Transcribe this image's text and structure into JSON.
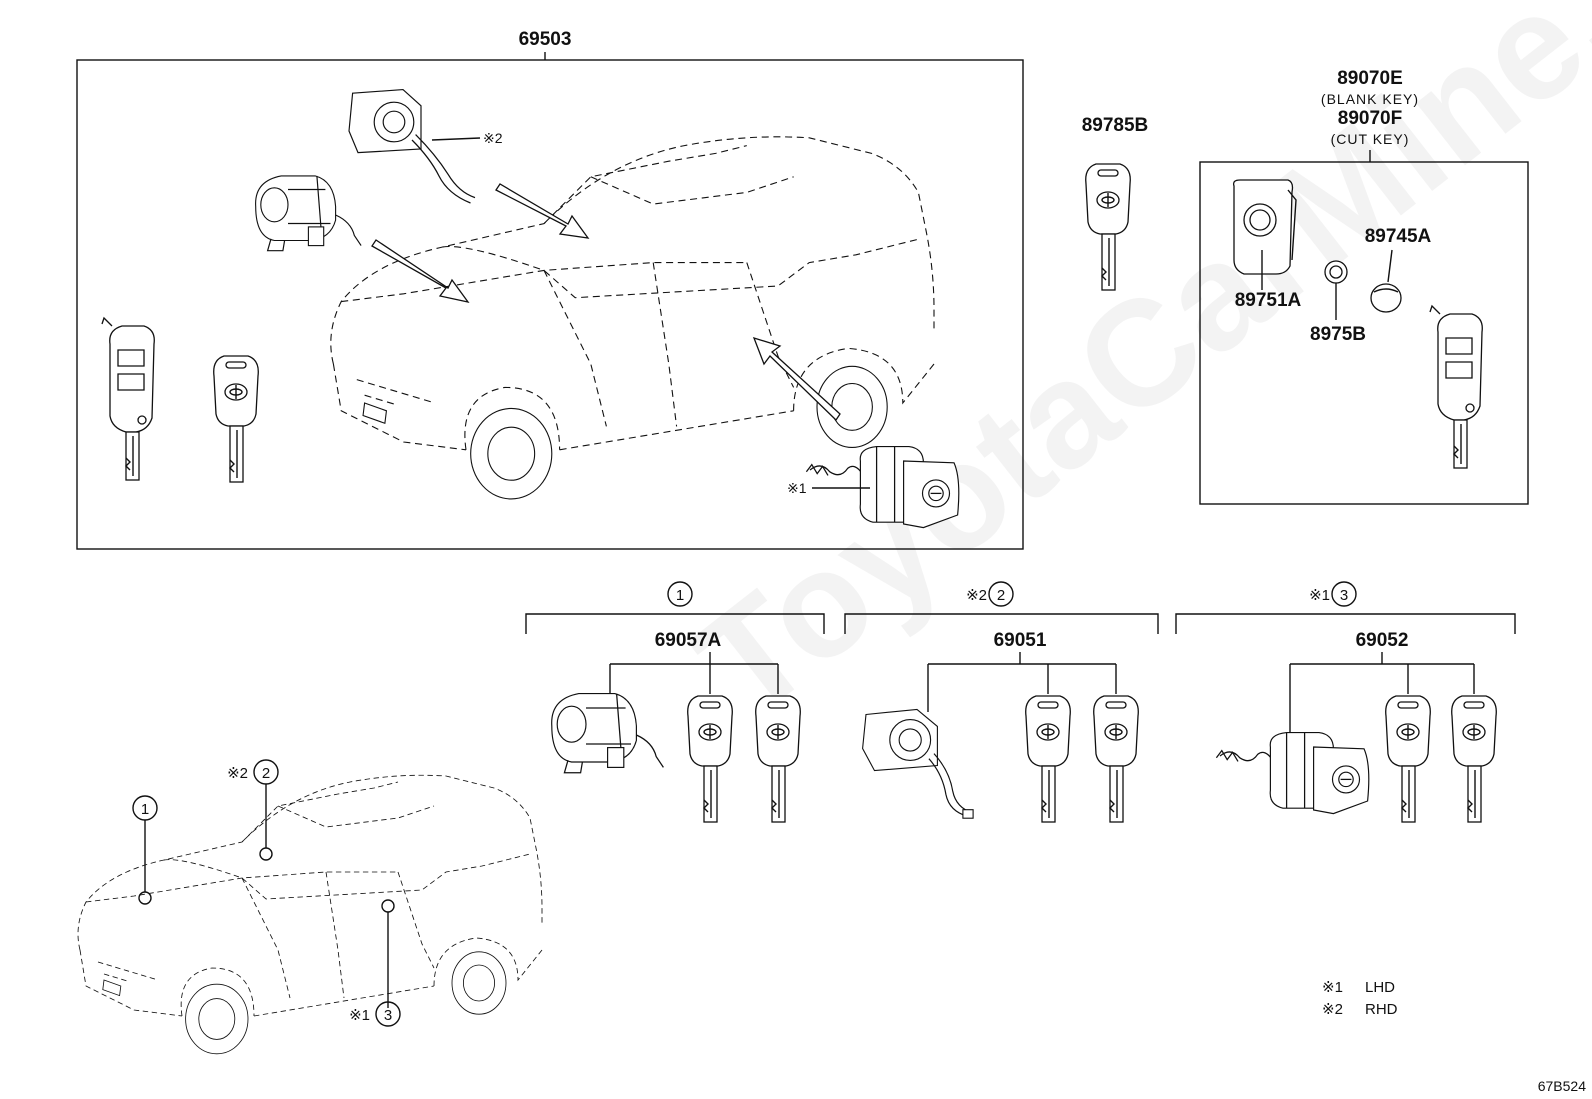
{
  "watermark": "ToyotaCarMine.ru",
  "sheet_code": "67B524",
  "assembly": {
    "part_number": "69503"
  },
  "callouts": {
    "main_rhd": "※2",
    "main_lhd": "※1"
  },
  "key_89785": {
    "part_number": "89785B"
  },
  "remote_key": {
    "part_number_blank": "89070E",
    "blank_label": "(BLANK KEY)",
    "part_number_cut": "89070F",
    "cut_label": "(CUT KEY)",
    "parts": [
      {
        "part_number": "89751A"
      },
      {
        "part_number": "8975B"
      },
      {
        "part_number": "89745A"
      }
    ]
  },
  "sets": [
    {
      "mark": "",
      "circle": "1",
      "part_number": "69057A"
    },
    {
      "mark": "※2",
      "circle": "2",
      "part_number": "69051"
    },
    {
      "mark": "※1",
      "circle": "3",
      "part_number": "69052"
    }
  ],
  "locator": {
    "circle_1": "1",
    "circle_2_mark": "※2",
    "circle_2": "2",
    "circle_3_mark": "※1",
    "circle_3": "3"
  },
  "legend": [
    {
      "mark": "※1",
      "text": "LHD"
    },
    {
      "mark": "※2",
      "text": "RHD"
    }
  ]
}
